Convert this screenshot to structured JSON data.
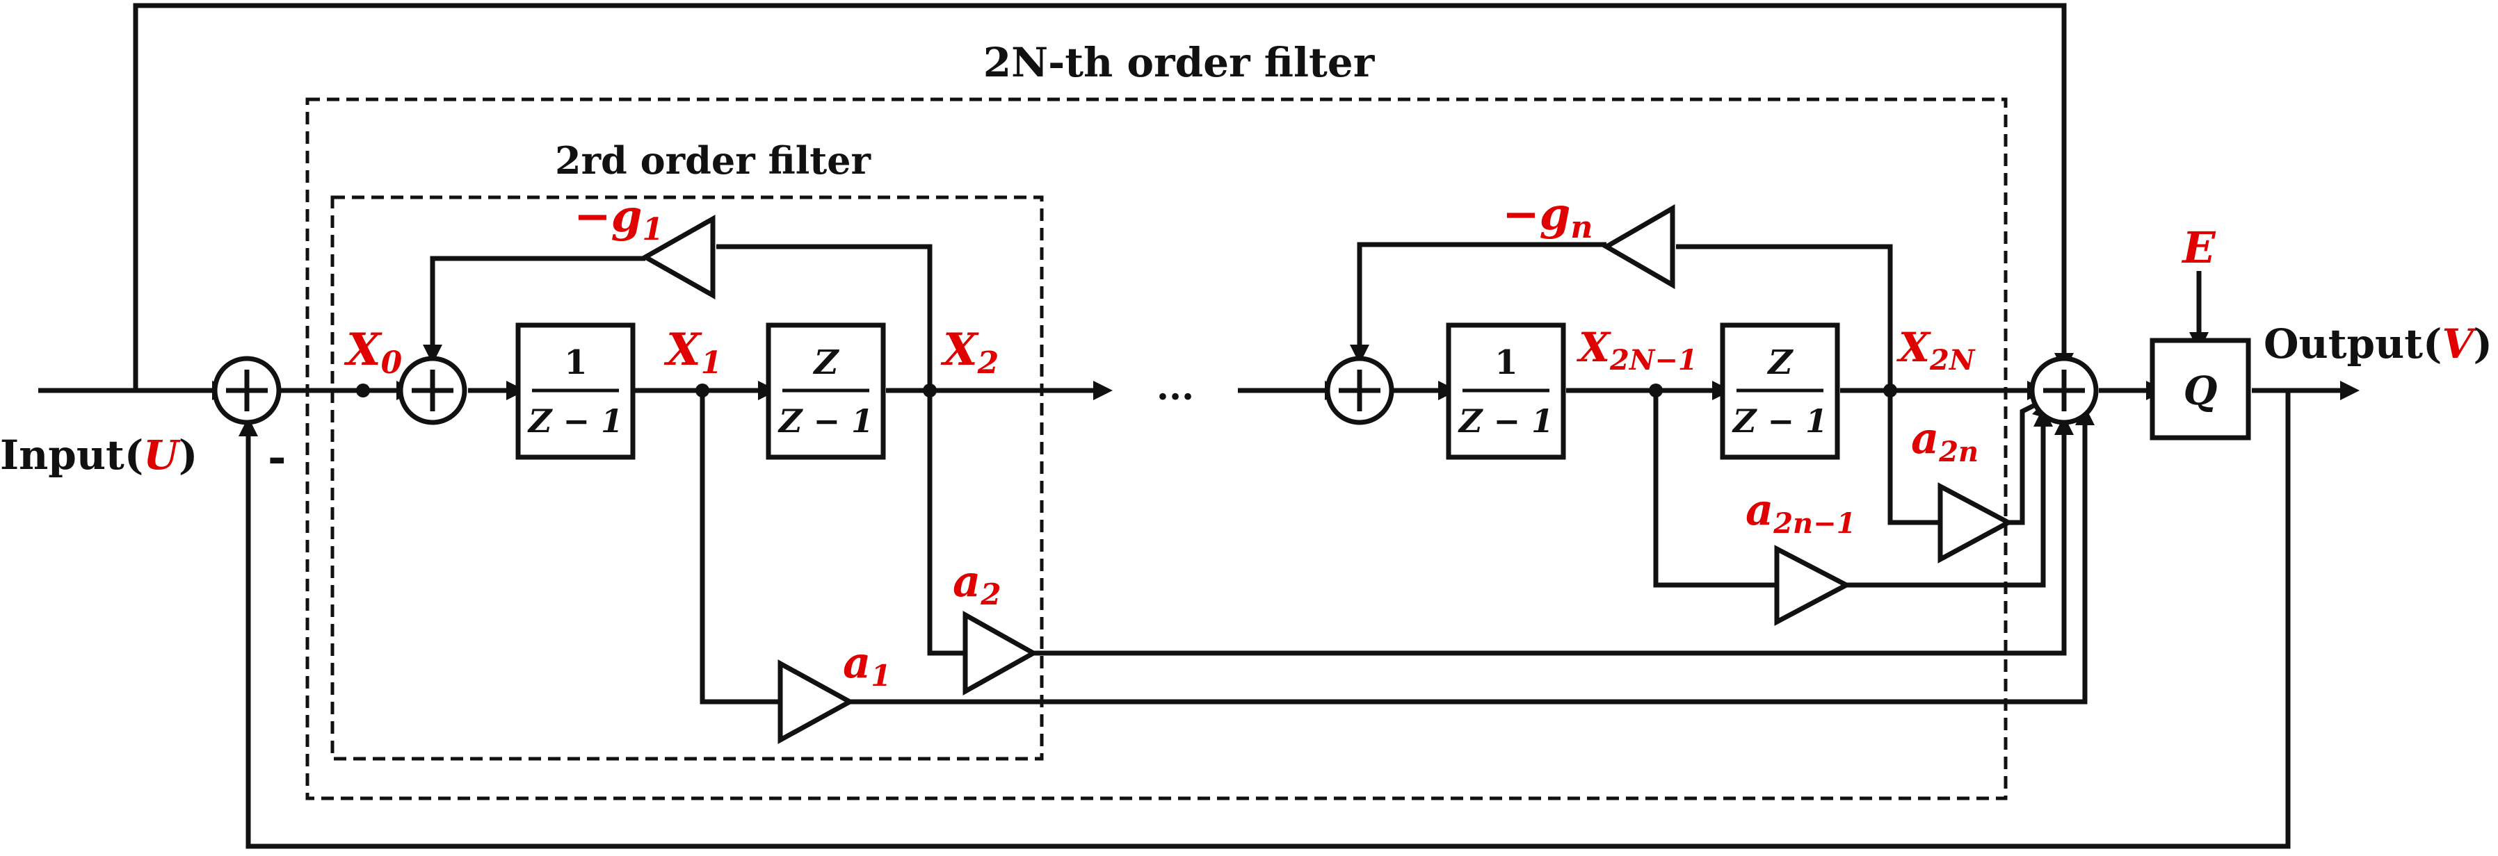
{
  "title_outer": "2N-th order filter",
  "title_inner": "2rd order filter",
  "input": {
    "prefix": "Input(",
    "var": "U",
    "suffix": ")"
  },
  "output": {
    "prefix": "Output(",
    "var": "V",
    "suffix": ")"
  },
  "minus_sign": "-",
  "ellipsis": "...",
  "quantizer_label": "Q",
  "error_label": "E",
  "integrator_1": {
    "num": "1",
    "den": "Z − 1"
  },
  "integrator_2": {
    "num": "Z",
    "den": "Z − 1"
  },
  "nodes": {
    "x0": {
      "base": "X",
      "sub": "0"
    },
    "x1": {
      "base": "X",
      "sub": "1"
    },
    "x2": {
      "base": "X",
      "sub": "2"
    },
    "x2n_1": {
      "base": "X",
      "sub": "2N−1"
    },
    "x2n": {
      "base": "X",
      "sub": "2N"
    }
  },
  "gains": {
    "g1": {
      "base": "−g",
      "sub": "1"
    },
    "gn": {
      "base": "−g",
      "sub": "n"
    },
    "a1": {
      "base": "a",
      "sub": "1"
    },
    "a2": {
      "base": "a",
      "sub": "2"
    },
    "a2n_1": {
      "base": "a",
      "sub": "2n−1"
    },
    "a2n": {
      "base": "a",
      "sub": "2n"
    }
  },
  "colors": {
    "line": "#111111",
    "variable": "#e00000"
  }
}
